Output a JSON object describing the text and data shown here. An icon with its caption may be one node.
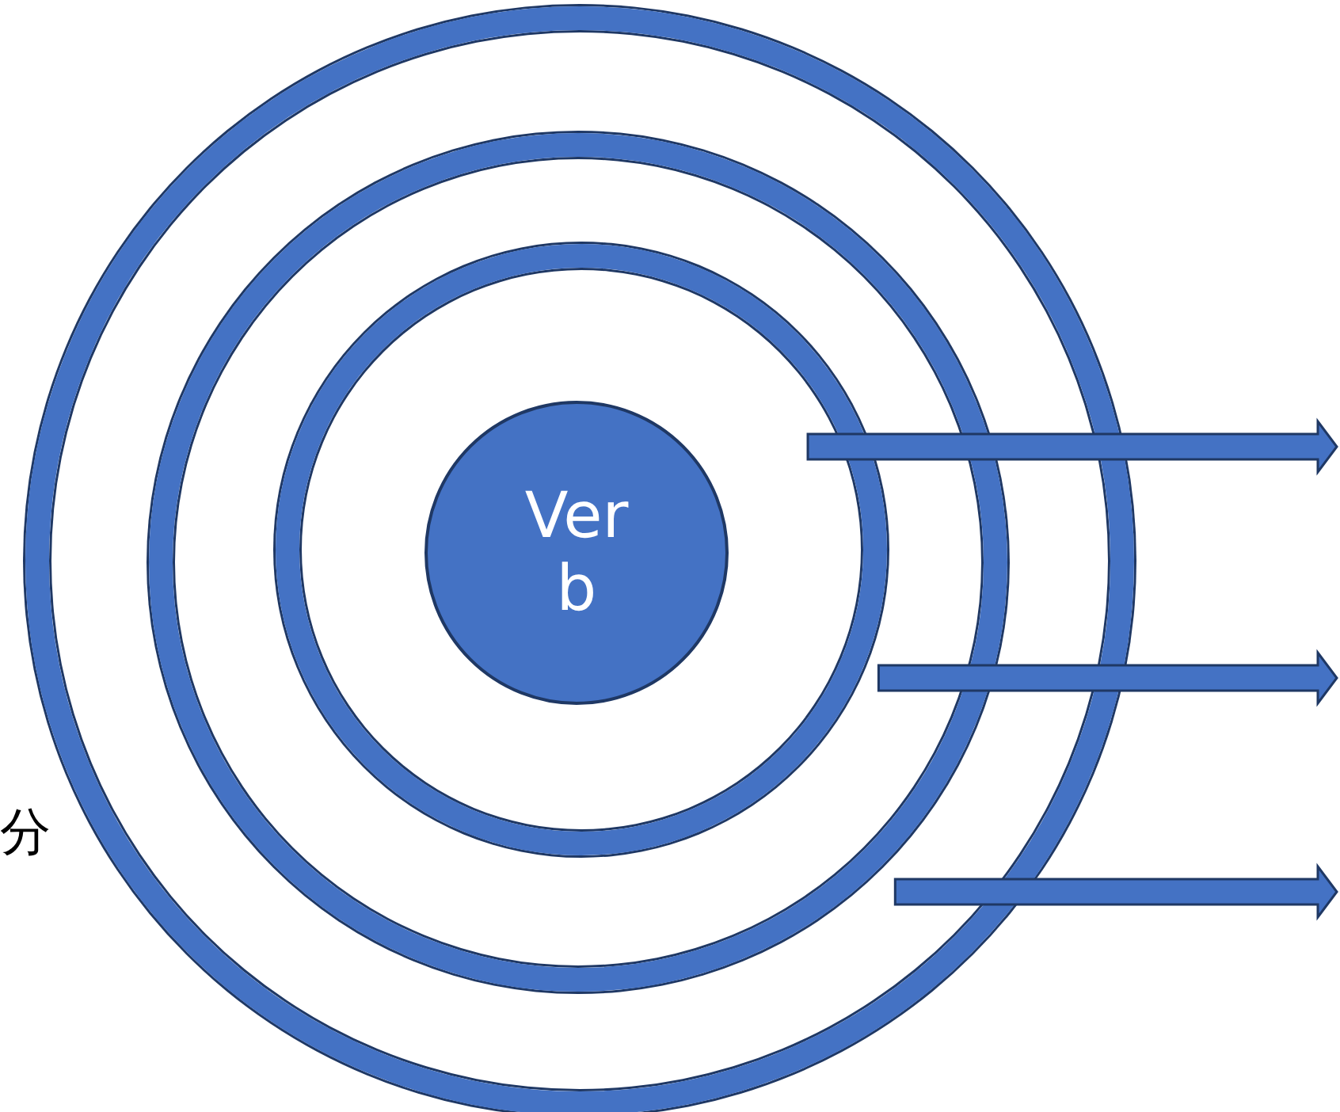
{
  "diagram": {
    "nodes": [
      {
        "text": [],
        "shape": "circle"
      },
      {
        "text": [],
        "shape": "circle",
        "in": 0
      },
      {
        "text": [],
        "shape": "circle",
        "in": 1
      },
      {
        "text": [
          "Ver b"
        ],
        "in": 2
      }
    ],
    "edges": [
      {
        "from": 2,
        "to": null,
        "arrow": "to"
      },
      {
        "from": 1,
        "to": null,
        "arrow": "to"
      },
      {
        "from": 0,
        "to": null,
        "arrow": "to"
      }
    ],
    "labels": [
      "分"
    ]
  }
}
